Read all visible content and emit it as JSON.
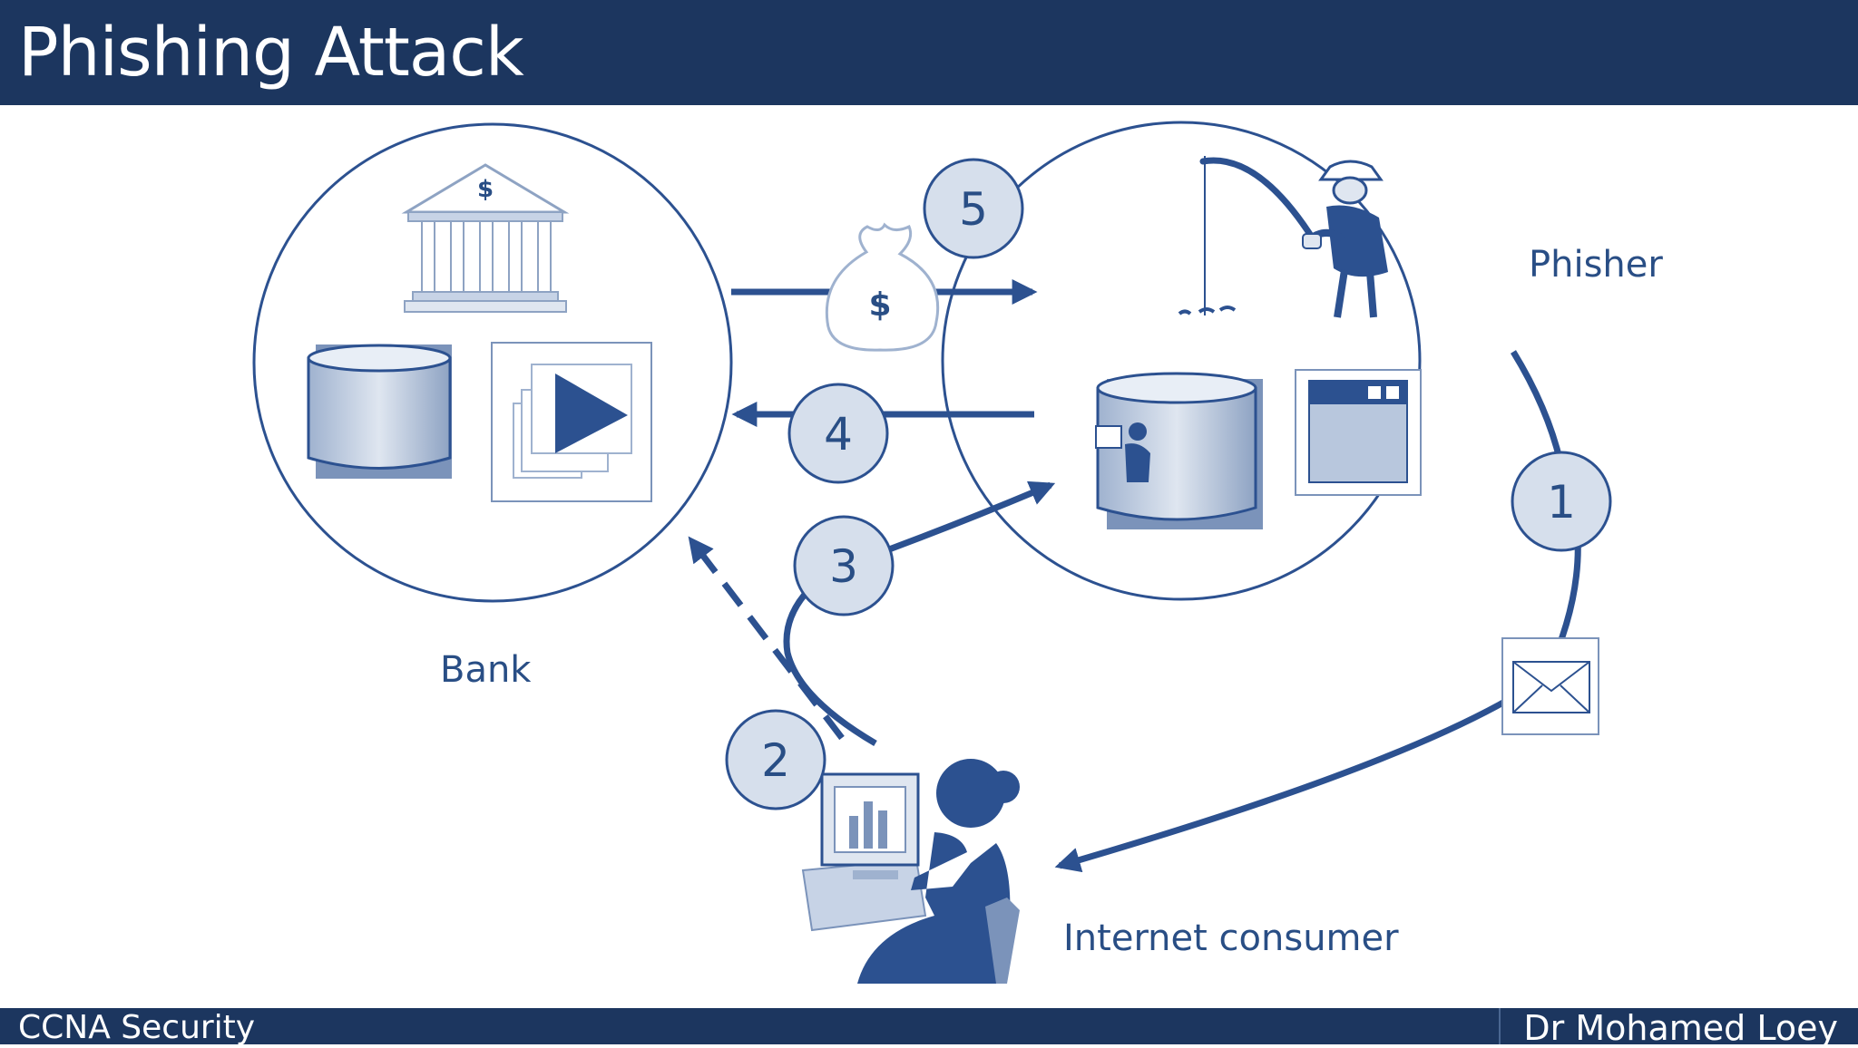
{
  "title": "Phishing Attack",
  "footer": {
    "left": "CCNA Security",
    "right": "Dr Mohamed Loey"
  },
  "labels": {
    "bank": "Bank",
    "phisher": "Phisher",
    "consumer": "Internet consumer"
  },
  "steps": [
    "1",
    "2",
    "3",
    "4",
    "5"
  ],
  "symbols": {
    "dollar": "$"
  },
  "colors": {
    "header": "#1c365f",
    "accent": "#2c5190",
    "label": "#294e85",
    "fill_light": "#d6dfec"
  },
  "icons": [
    "bank-building-icon",
    "database-icon",
    "presentation-icon",
    "money-bag-icon",
    "fisherman-icon",
    "phisher-database-icon",
    "browser-window-icon",
    "envelope-icon",
    "consumer-at-computer-icon"
  ]
}
